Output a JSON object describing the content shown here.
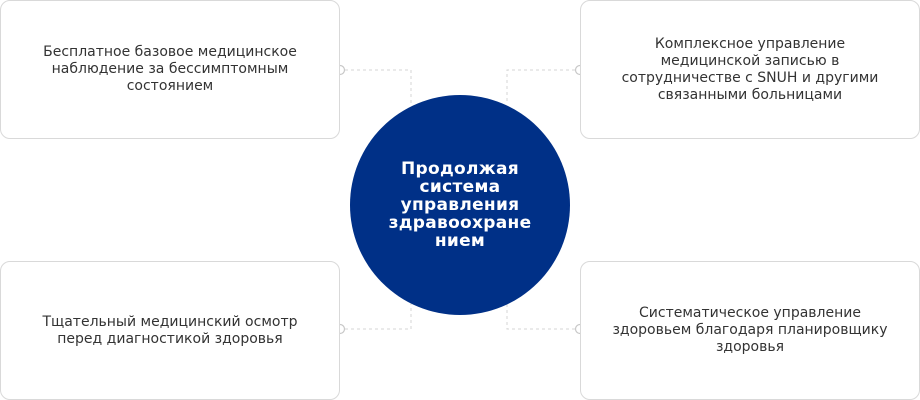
{
  "center": {
    "label": "Продолжая\nсистема\nуправления\nздравоохране\nнием"
  },
  "boxes": [
    {
      "text": "Бесплатное базовое медицинское\nнаблюдение за бессимптомным\nсостоянием"
    },
    {
      "text": "Комплексное управление\nмедицинской записью в\nсотрудничестве с SNUH и другими\nсвязанными больницами"
    },
    {
      "text": "Тщательный медицинский осмотр\nперед диагностикой здоровья"
    },
    {
      "text": "Систематическое управление\nздоровьем благодаря планировщику\nздоровья"
    }
  ],
  "colors": {
    "circle": "#003087",
    "connector": "#d5d5d5",
    "box_border": "#d9d9d9"
  }
}
